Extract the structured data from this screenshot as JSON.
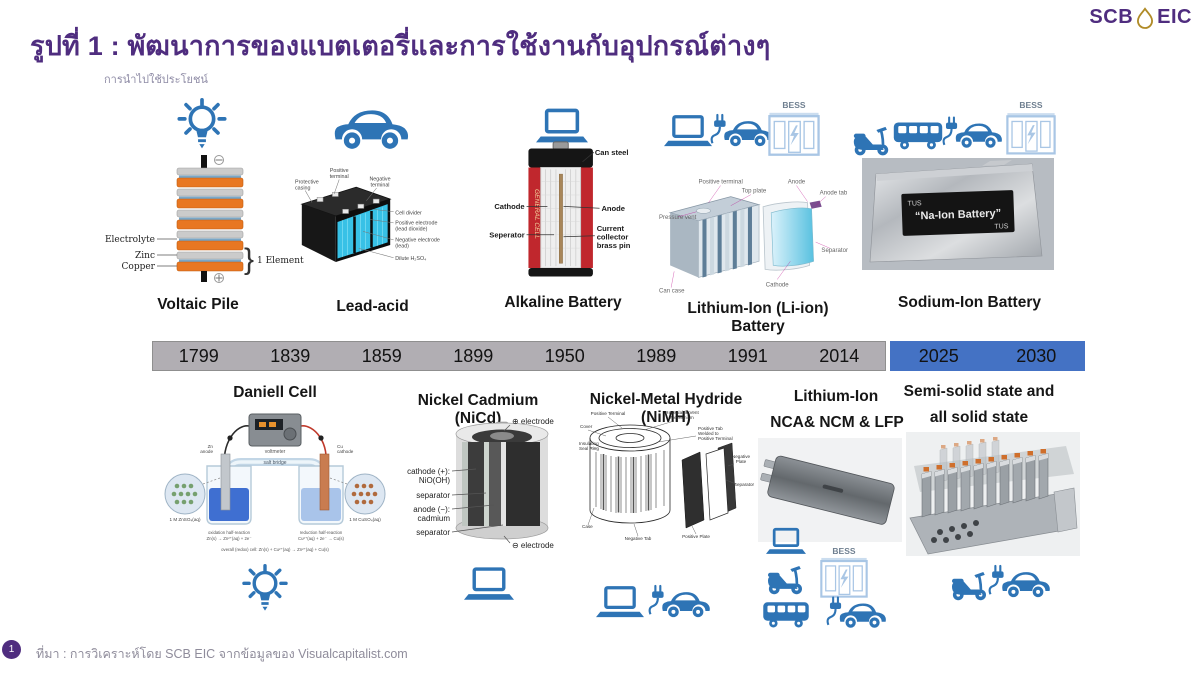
{
  "colors": {
    "accent_purple": "#4f2d7f",
    "icon_blue": "#2e74b5",
    "bess_blue": "#a9c6e5",
    "timeline_gray": "#b1aeb3",
    "timeline_blue": "#4472c4",
    "gold": "#b08b27"
  },
  "logo": {
    "scb": "SCB",
    "eic": "EIC"
  },
  "title": "รูปที่ 1 : พัฒนาการของแบตเตอรี่และการใช้งานกับอุปกรณ์ต่างๆ",
  "usage_label": "การนำไปใช้ประโยชน์",
  "voltaic": {
    "title": "Voltaic Pile",
    "electrolyte": "Electrolyte",
    "zinc": "Zinc",
    "copper": "Copper",
    "element": "1 Element"
  },
  "lead_acid": {
    "title": "Lead-acid",
    "protective": [
      "Protective",
      "casing"
    ],
    "pos_terminal": [
      "Positive",
      "terminal"
    ],
    "neg_terminal": [
      "Negative",
      "terminal"
    ],
    "cell_divider": "Cell divider",
    "pos_electrode": [
      "Positive electrode",
      "(lead dioxide)"
    ],
    "neg_electrode": [
      "Negative electrode",
      "(lead)"
    ],
    "dilute": "Dilute H₂SO₄"
  },
  "alkaline": {
    "title": "Alkaline Battery",
    "can_steel": "Can steel",
    "cathode": "Cathode",
    "anode": "Anode",
    "separator": "Seperator",
    "collector": [
      "Current",
      "collector",
      "brass pin"
    ],
    "brand": "GENERAL CELL"
  },
  "li_ion": {
    "title": "Lithium-Ion (Li-ion) Battery",
    "bess": "BESS",
    "pressure_vent": "Pressure vent",
    "pos_terminal": "Positive terminal",
    "top_plate": "Top plate",
    "anode": "Anode",
    "anode_tab": "Anode tab",
    "separator": "Separator",
    "cathode": "Cathode",
    "can_case": "Can case"
  },
  "na_ion": {
    "title": "Sodium-Ion Battery",
    "bess": "BESS",
    "tus_top": "TUS",
    "tus_bottom": "TUS",
    "label": "“Na-Ion Battery”"
  },
  "timeline": {
    "years_gray": [
      "1799",
      "1839",
      "1859",
      "1899",
      "1950",
      "1989",
      "1991",
      "2014"
    ],
    "years_blue": [
      "2025",
      "2030"
    ]
  },
  "daniell": {
    "title": "Daniell Cell",
    "voltmeter": "voltmeter",
    "salt_bridge": "salt bridge",
    "zn": [
      "Zn",
      "anode"
    ],
    "cu": [
      "Cu",
      "cathode"
    ],
    "left_solution": "1 M ZnSO₄(aq)",
    "right_solution": "1 M CuSO₄(aq)",
    "ox": [
      "oxidation half-reaction",
      "Zn(s) → Zn²⁺(aq) + 2e⁻"
    ],
    "red": [
      "reduction half-reaction",
      "Cu²⁺(aq) + 2e⁻ → Cu(s)"
    ],
    "overall": "overall (redox) cell: Zn(s) + Cu²⁺(aq) → Zn²⁺(aq) + Cu(s)"
  },
  "nicd": {
    "title": "Nickel Cadmium (NiCd)",
    "electrode_top": "⊕ electrode",
    "electrode_bottom": "⊖ electrode",
    "cathode": [
      "cathode (+):",
      "NiO(OH)"
    ],
    "separator1": "separator",
    "anode": [
      "anode (−):",
      "cadmium"
    ],
    "separator2": "separator"
  },
  "nimh": {
    "title": "Nickel-Metal Hydride (NiMH)",
    "pos_terminal": "Positive Terminal",
    "vent": [
      "Resealable Vent",
      "Mechanism"
    ],
    "cover": "Cover",
    "pos_tab": [
      "Positive Tab",
      "Welded to",
      "Positive Terminal"
    ],
    "seal": [
      "Insulating",
      "Seal Ring"
    ],
    "neg_plate": [
      "Negative",
      "Plate"
    ],
    "separator": "Separator",
    "case": "Case",
    "neg_tab": "Negative Tab",
    "pos_plate": "Positive Plate"
  },
  "li_ion2": {
    "title_line1": "Lithium-Ion",
    "title_line2": "NCA& NCM & LFP",
    "bess": "BESS"
  },
  "solid": {
    "title_line1": "Semi-solid state and",
    "title_line2": "all solid state"
  },
  "footer": {
    "page": "1",
    "source": "ที่มา : การวิเคราะห์โดย SCB EIC จากข้อมูลของ Visualcapitalist.com"
  }
}
